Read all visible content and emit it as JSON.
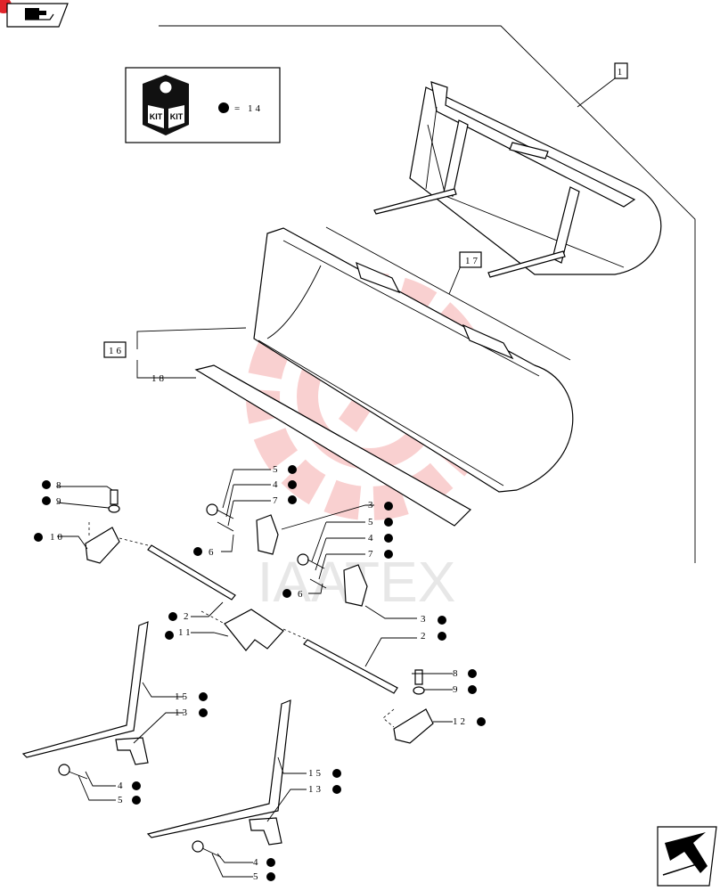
{
  "kit_box": {
    "icon_text": "KIT",
    "quantity_label": "= 14"
  },
  "callouts": [
    {
      "id": "c1",
      "text": "1",
      "boxed": true
    },
    {
      "id": "c17",
      "text": "17",
      "boxed": true
    },
    {
      "id": "c16",
      "text": "16",
      "boxed": true
    },
    {
      "id": "c18",
      "text": "18",
      "boxed": false
    },
    {
      "id": "c5a",
      "text": "5",
      "dot": true
    },
    {
      "id": "c4a",
      "text": "4",
      "dot": true
    },
    {
      "id": "c7a",
      "text": "7",
      "dot": true
    },
    {
      "id": "c6a",
      "text": "6",
      "dot": true
    },
    {
      "id": "c3a",
      "text": "3",
      "dot": true
    },
    {
      "id": "c5b",
      "text": "5",
      "dot": true
    },
    {
      "id": "c4b",
      "text": "4",
      "dot": true
    },
    {
      "id": "c7b",
      "text": "7",
      "dot": true
    },
    {
      "id": "c6b",
      "text": "6",
      "dot": true
    },
    {
      "id": "c3b",
      "text": "3",
      "dot": true
    },
    {
      "id": "c2b",
      "text": "2",
      "dot": true
    },
    {
      "id": "c8a",
      "text": "8",
      "dot": true
    },
    {
      "id": "c9a",
      "text": "9",
      "dot": true
    },
    {
      "id": "c10",
      "text": "10",
      "dot": true
    },
    {
      "id": "c2a",
      "text": "2",
      "dot": true
    },
    {
      "id": "c11",
      "text": "11",
      "dot": true
    },
    {
      "id": "c8b",
      "text": "8",
      "dot": true
    },
    {
      "id": "c9b",
      "text": "9",
      "dot": true
    },
    {
      "id": "c12",
      "text": "12",
      "dot": true
    },
    {
      "id": "c15a",
      "text": "15",
      "dot": true
    },
    {
      "id": "c13a",
      "text": "13",
      "dot": true
    },
    {
      "id": "c4c",
      "text": "4",
      "dot": true
    },
    {
      "id": "c5c",
      "text": "5",
      "dot": true
    },
    {
      "id": "c15b",
      "text": "15",
      "dot": true
    },
    {
      "id": "c13b",
      "text": "13",
      "dot": true
    },
    {
      "id": "c4d",
      "text": "4",
      "dot": true
    },
    {
      "id": "c5d",
      "text": "5",
      "dot": true
    }
  ],
  "watermark": {
    "text": "IAATEX",
    "color": "#f4a3a3"
  },
  "colors": {
    "badge": "#e0242a",
    "line": "#000000"
  }
}
